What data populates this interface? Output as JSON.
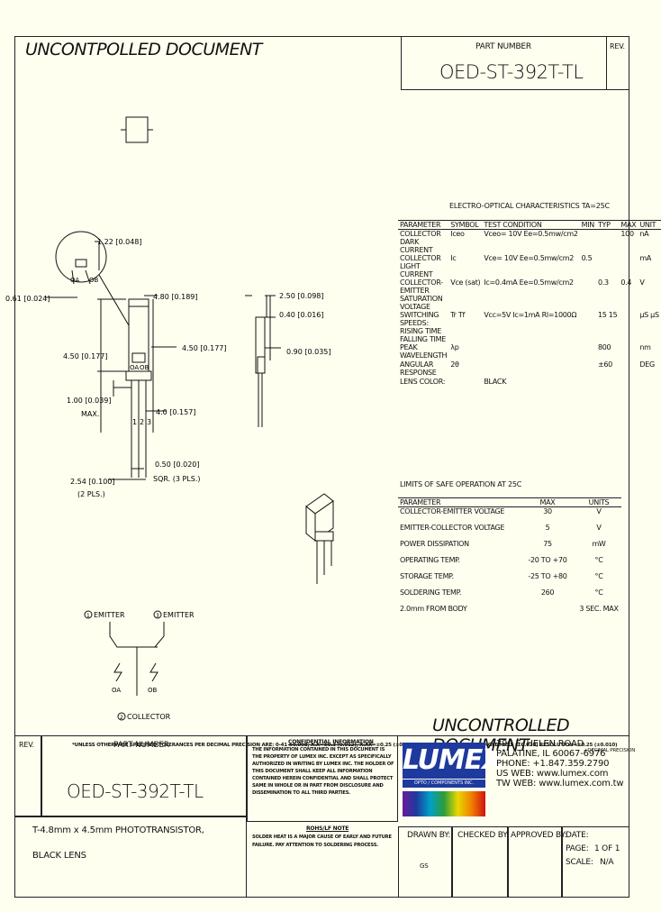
{
  "header": {
    "title": "UNCONTPOLLED DOCUMENT",
    "part_label": "PART NUMBER",
    "part_number": "OED-ST-392T-TL",
    "rev_label": "REV."
  },
  "electro_optical": {
    "title": "ELECTRO-OPTICAL CHARACTERISTICS TA=25C",
    "columns": [
      "PARAMETER",
      "SYMBOL",
      "TEST CONDITION",
      "MIN",
      "TYP",
      "MAX",
      "UNIT"
    ],
    "rows": [
      [
        "COLLECTOR DARK CURRENT",
        "Iceo",
        "Vceo= 10V Ee=0.5mw/cm2",
        "",
        "",
        "100",
        "nA"
      ],
      [
        "COLLECTOR LIGHT CURRENT",
        "Ic",
        "Vce= 10V Ee=0.5mw/cm2",
        "0.5",
        "",
        "",
        "mA"
      ],
      [
        "COLLECTOR-EMITTER SATURATION VOLTAGE",
        "Vce (sat)",
        "Ic=0.4mA Ee=0.5mw/cm2",
        "",
        "0.3",
        "0.4",
        "V"
      ],
      [
        "SWITCHING SPEEDS: RISING TIME FALLING TIME",
        "Tr Tf",
        "Vcc=5V Ic=1mA Rl=1000Ω",
        "",
        "15 15",
        "",
        "μS μS"
      ],
      [
        "PEAK WAVELENGTH",
        "λp",
        "",
        "",
        "800",
        "",
        "nm"
      ],
      [
        "ANGULAR RESPONSE",
        "2θ",
        "",
        "",
        "±60",
        "",
        "DEG"
      ],
      [
        "LENS COLOR:",
        "",
        "BLACK",
        "",
        "",
        "",
        ""
      ]
    ]
  },
  "limits": {
    "title": "LIMITS OF SAFE OPERATION AT 25C",
    "columns": [
      "PARAMETER",
      "MAX",
      "UNITS"
    ],
    "rows": [
      [
        "COLLECTOR-EMITTER VOLTAGE",
        "30",
        "V"
      ],
      [
        "EMITTER-COLLECTOR VOLTAGE",
        "5",
        "V"
      ],
      [
        "POWER DISSIPATION",
        "75",
        "mW"
      ],
      [
        "OPERATING TEMP.",
        "-20 TO +70",
        "°C"
      ],
      [
        "STORAGE TEMP.",
        "-25 TO +80",
        "°C"
      ],
      [
        "SOLDERING TEMP.",
        "260",
        "°C"
      ],
      [
        "2.0mm FROM BODY",
        "",
        "3 SEC. MAX"
      ]
    ]
  },
  "dimensions": {
    "d1": "1.22 [0.048]",
    "d2": "0.61 [0.024]",
    "d3": "4.80 [0.189]",
    "d4": "2.50 [0.098]",
    "d5": "0.40 [0.016]",
    "d6": "0.90 [0.035]",
    "d7": "4.50 [0.177]",
    "d8": "4.50 [0.177]",
    "d9": "1.00 [0.039]",
    "d9b": "MAX.",
    "d10": "4.0 [0.157]",
    "d11": "0.50 [0.020]",
    "d11b": "SQR. (3 PLS.)",
    "d12": "2.54 [0.100]",
    "d12b": "(2 PLS.)",
    "label_oa": "OA",
    "label_ob": "OB",
    "pin1": "1",
    "pin2": "2",
    "pin3": "3"
  },
  "schematic": {
    "emitter1": "EMITTER",
    "emitter2": "EMITTER",
    "collector": "COLLECTOR",
    "n1": "1",
    "n3": "3",
    "n2": "2",
    "oa": "OA",
    "ob": "OB"
  },
  "watermark": "UNCONTROLLED DOCUMENT",
  "tolerance_note": "*UNLESS OTHERWISE SPECIFIED TOLERANCES PER DECIMAL PRECISION ARE: 0-41 ±0.008, X.X=±0.3 (0.012), X.XX=±0.25 (±0.010), X.XXX=±0.127 (0.005)   ANGLE: ±0.5 (±0.020)   RESOLUTION=±0.25 (±0.010)",
  "decimal_precision": "+DECIMAL PRECISION",
  "footer": {
    "rev_label": "REV.",
    "part_label": "PART NUMBER",
    "part_number": "OED-ST-392T-TL",
    "confidential_title": "CONFIDENTIAL INFORMATION",
    "confidential_text": "THE INFORMATION CONTAINED IN THIS DOCUMENT IS THE PROPERTY OF LUMEX INC. EXCEPT AS SPECIFICALLY AUTHORIZED IN WRITING BY LUMEX INC. THE HOLDER OF THIS DOCUMENT SHALL KEEP ALL INFORMATION CONTAINED HEREIN CONFIDENTIAL AND SHALL PROTECT SAME IN WHOLE OR IN PART FROM DISCLOSURE AND DISSEMINATION TO ALL THIRD PARTIES.",
    "rohs_title": "ROHS/LF NOTE",
    "rohs_text": "SOLDER HEAT IS A MAJOR CAUSE OF EARLY AND FUTURE FAILURE. PAY ATTENTION TO SOLDERING PROCESS.",
    "logo": "LUMEX",
    "logo_tag": "OPTO / COMPONENTS INC.",
    "address1": "290 E. HELEN ROAD",
    "address2": "PALATINE, IL 60067-6976",
    "phone": "PHONE: +1.847.359.2790",
    "us_web": "US WEB: www.lumex.com",
    "tw_web": "TW WEB: www.lumex.com.tw",
    "desc1": "T-4.8mm x 4.5mm PHOTOTRANSISTOR,",
    "desc2": "BLACK LENS",
    "drawn_label": "DRAWN BY:",
    "drawn_value": "GS",
    "checked_label": "CHECKED BY:",
    "approved_label": "APPROVED BY:",
    "date_label": "DATE:",
    "page_label": "PAGE:",
    "page_value": "1 OF 1",
    "scale_label": "SCALE:",
    "scale_value": "N/A"
  },
  "colors": {
    "paper": "#fffff0",
    "ink": "#111111",
    "logo_blue": "#1e3a9e"
  }
}
